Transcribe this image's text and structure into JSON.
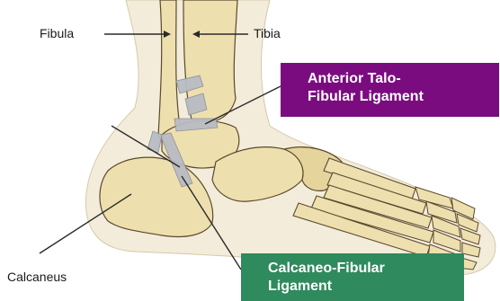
{
  "labels": {
    "fibula": "Fibula",
    "tibia": "Tibia",
    "calcaneus": "Calcaneus"
  },
  "callouts": {
    "anterior_talo_fibular": {
      "line1": "Anterior Talo-",
      "line2": "Fibular Ligament",
      "color": "#7b0c80"
    },
    "calcaneo_fibular": {
      "line1": "Calcaneo-Fibular",
      "line2": "Ligament",
      "color": "#2f8a5d"
    }
  },
  "colors": {
    "bone": "#eedfae",
    "bone_shade": "#cdb67c",
    "skin": "#f3ecda",
    "ligament": "#b9bcc4",
    "outline": "#5a4a2e"
  }
}
